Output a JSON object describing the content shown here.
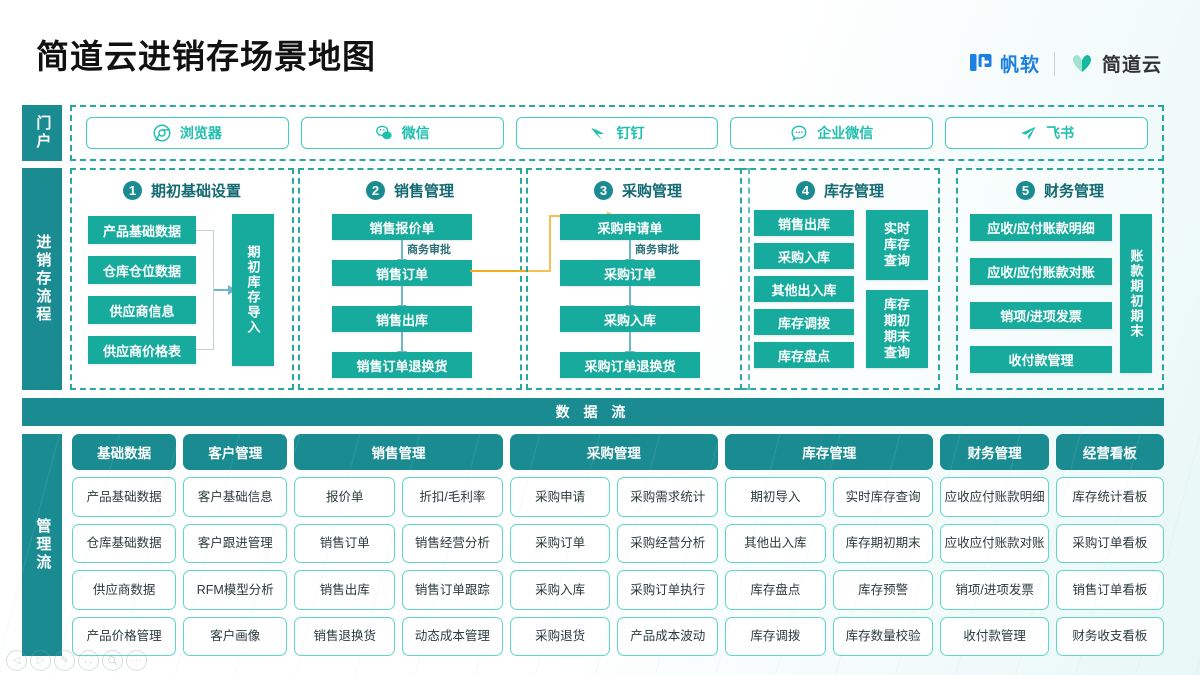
{
  "header": {
    "title": "简道云进销存场景地图",
    "brands": [
      {
        "name": "帆软",
        "icon": "fanruan-logo-icon"
      },
      {
        "name": "简道云",
        "icon": "jiandaoyun-logo-icon"
      }
    ]
  },
  "portal": {
    "label": "门户",
    "items": [
      {
        "label": "浏览器",
        "icon": "chrome-icon"
      },
      {
        "label": "微信",
        "icon": "wechat-icon"
      },
      {
        "label": "钉钉",
        "icon": "dingtalk-icon"
      },
      {
        "label": "企业微信",
        "icon": "wecom-icon"
      },
      {
        "label": "飞书",
        "icon": "feishu-icon"
      }
    ]
  },
  "flow": {
    "label": "进销存流程",
    "sections": [
      {
        "num": "1",
        "title": "期初基础设置",
        "boxes": [
          "产品基础数据",
          "仓库仓位数据",
          "供应商信息",
          "供应商价格表"
        ],
        "side_box": "期初库存导入"
      },
      {
        "num": "2",
        "title": "销售管理",
        "boxes": [
          "销售报价单",
          "销售订单",
          "销售出库",
          "销售订单退换货"
        ],
        "approval_label": "商务审批"
      },
      {
        "num": "3",
        "title": "采购管理",
        "boxes": [
          "采购申请单",
          "采购订单",
          "采购入库",
          "采购订单退换货"
        ],
        "approval_label": "商务审批"
      },
      {
        "num": "4",
        "title": "库存管理",
        "boxes": [
          "销售出库",
          "采购入库",
          "其他出入库",
          "库存调拨",
          "库存盘点"
        ],
        "side_boxes": [
          "实时库存查询",
          "库存期初期末查询"
        ]
      },
      {
        "num": "5",
        "title": "财务管理",
        "boxes": [
          "应收/应付账款明细",
          "应收/应付账款对账",
          "销项/进项发票",
          "收付款管理"
        ],
        "side_box": "账款期初期末"
      }
    ]
  },
  "dataflow": {
    "label": "数 据 流"
  },
  "manage": {
    "label": "管理流",
    "columns": [
      {
        "header": "基础数据",
        "cells": [
          [
            "产品基础数据",
            "仓库基础数据",
            "供应商数据",
            "产品价格管理"
          ]
        ]
      },
      {
        "header": "客户管理",
        "cells": [
          [
            "客户基础信息",
            "客户跟进管理",
            "RFM模型分析",
            "客户画像"
          ]
        ]
      },
      {
        "header": "销售管理",
        "cells": [
          [
            "报价单",
            "销售订单",
            "销售出库",
            "销售退换货"
          ],
          [
            "折扣/毛利率",
            "销售经营分析",
            "销售订单跟踪",
            "动态成本管理"
          ]
        ]
      },
      {
        "header": "采购管理",
        "cells": [
          [
            "采购申请",
            "采购订单",
            "采购入库",
            "采购退货"
          ],
          [
            "采购需求统计",
            "采购经营分析",
            "采购订单执行",
            "产品成本波动"
          ]
        ]
      },
      {
        "header": "库存管理",
        "cells": [
          [
            "期初导入",
            "其他出入库",
            "库存盘点",
            "库存调拨"
          ],
          [
            "实时库存查询",
            "库存期初期末",
            "库存预警",
            "库存数量校验"
          ]
        ]
      },
      {
        "header": "财务管理",
        "cells": [
          [
            "应收应付账款明细",
            "应收应付账款对账",
            "销项/进项发票",
            "收付款管理"
          ]
        ]
      },
      {
        "header": "经营看板",
        "cells": [
          [
            "库存统计看板",
            "采购订单看板",
            "销售订单看板",
            "财务收支看板"
          ]
        ]
      }
    ]
  },
  "toolbar": {
    "buttons": [
      {
        "icon": "prev-icon",
        "glyph": "◁"
      },
      {
        "icon": "next-icon",
        "glyph": "▷"
      },
      {
        "icon": "pen-icon",
        "glyph": "✎"
      },
      {
        "icon": "fit-screen-icon",
        "glyph": "⛶"
      },
      {
        "icon": "search-icon",
        "glyph": "🔍"
      },
      {
        "icon": "more-icon",
        "glyph": "···"
      }
    ]
  },
  "colors": {
    "teal_dark": "#1a8c91",
    "teal_box": "#17ab9e",
    "teal_border": "#5fd7c9",
    "accent_orange": "#f5ab1a",
    "brand_blue": "#1d7fe0"
  }
}
